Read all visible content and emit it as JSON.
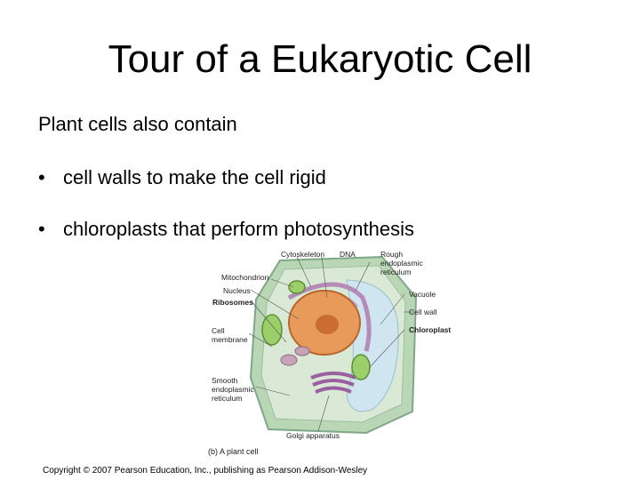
{
  "slide": {
    "title": "Tour of a Eukaryotic Cell",
    "intro": "Plant cells also contain",
    "bullets": [
      {
        "marker": "•",
        "text": "cell walls to make the cell rigid"
      },
      {
        "marker": "•",
        "text": "chloroplasts that perform photosynthesis"
      }
    ]
  },
  "figure": {
    "labels": {
      "cytoskeleton": "Cytoskeleton",
      "dna": "DNA",
      "rough_er": "Rough endoplasmic reticulum",
      "mitochondrion": "Mitochondrion",
      "nucleus": "Nucleus",
      "ribosomes": "Ribosomes",
      "cell_membrane": "Cell membrane",
      "vacuole": "Vacuole",
      "cell_wall": "Cell wall",
      "chloroplast": "Chloroplast",
      "smooth_er": "Smooth endoplasmic reticulum",
      "golgi": "Golgi apparatus"
    },
    "caption": "(b) A plant cell"
  },
  "footer": {
    "copyright": "Copyright © 2007 Pearson Education, Inc., publishing as Pearson Addison-Wesley"
  }
}
